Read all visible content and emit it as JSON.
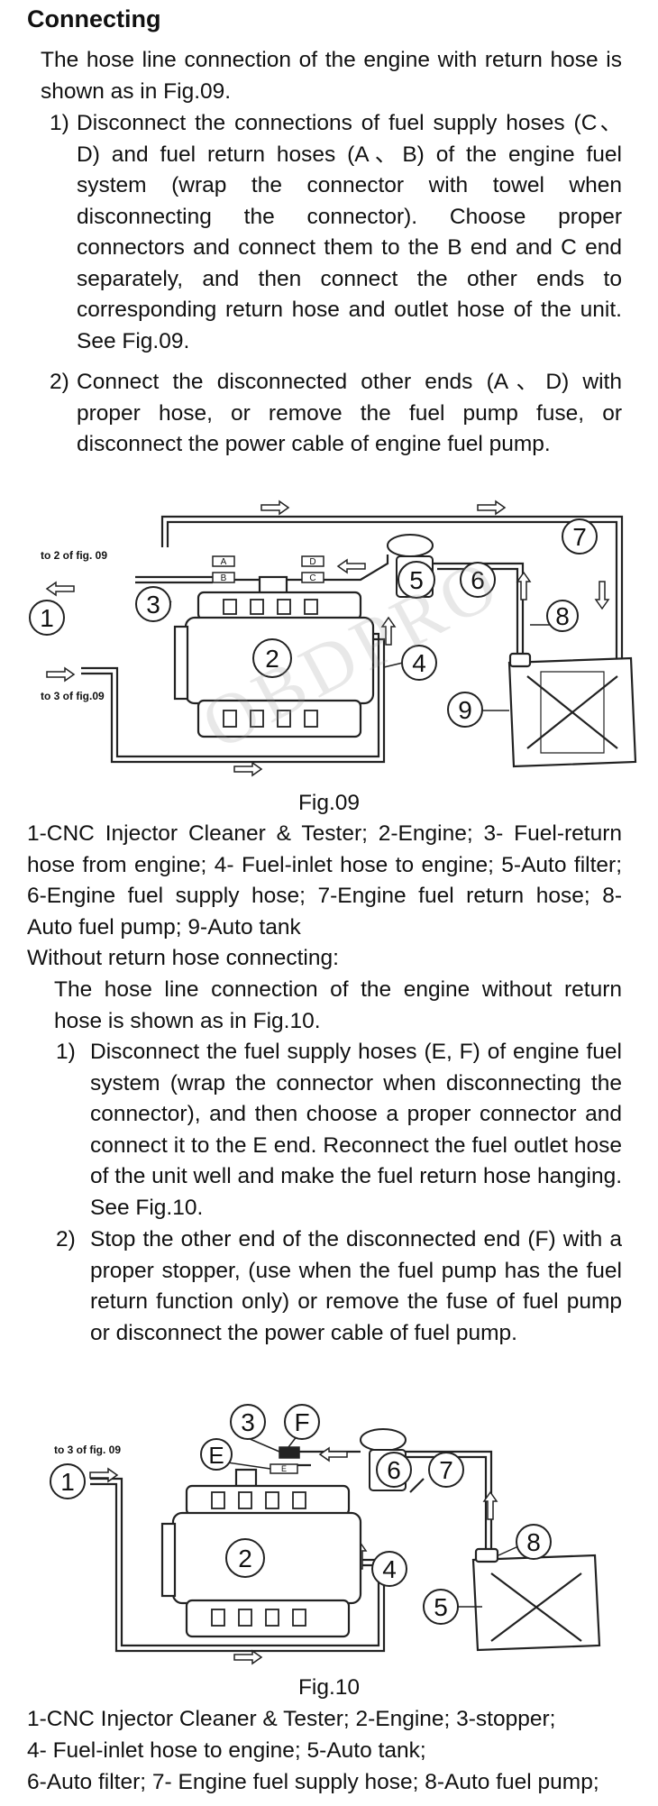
{
  "heading": "Connecting",
  "intro_return": "The hose line connection of the engine with return hose is shown as in Fig.09.",
  "steps_return": [
    {
      "num": "1)",
      "text": "Disconnect the connections of fuel supply hoses (C、D) and fuel return hoses (A、B) of the engine fuel system (wrap the connector with towel when disconnecting the connector). Choose proper connectors and connect them to the B end and C end separately, and then connect the other ends to corresponding return hose and outlet hose of the unit. See Fig.09."
    },
    {
      "num": "2)",
      "text": "Connect the disconnected other ends (A、D) with proper hose, or remove the fuel pump fuse, or disconnect the power cable of engine fuel pump."
    }
  ],
  "fig09": {
    "caption": "Fig.09",
    "label_to2": "to 2 of fig. 09",
    "label_to3": "to 3 of fig.09",
    "connectors": [
      "A",
      "B",
      "C",
      "D"
    ],
    "numbers": [
      "1",
      "2",
      "3",
      "4",
      "5",
      "6",
      "7",
      "8",
      "9"
    ]
  },
  "legend09": "1-CNC Injector Cleaner & Tester; 2-Engine; 3- Fuel-return hose from engine; 4- Fuel-inlet hose to engine; 5-Auto filter; 6-Engine fuel supply hose; 7-Engine fuel return hose; 8- Auto fuel pump; 9-Auto tank",
  "without_title": "Without return hose connecting:",
  "intro_without": "The hose line connection of the engine without return hose is shown as in Fig.10.",
  "steps_without": [
    {
      "num": "1)",
      "text": "Disconnect the fuel supply hoses (E, F) of engine fuel system (wrap the connector when disconnecting the connector), and then choose a proper connector and connect it to the E end. Reconnect the fuel outlet hose of the unit well and make the fuel return hose hanging. See Fig.10."
    },
    {
      "num": "2)",
      "text": "Stop the other end of the disconnected end (F) with a proper stopper, (use when the fuel pump has the fuel return function only) or remove the fuse of fuel pump or disconnect the power cable of fuel pump."
    }
  ],
  "fig10": {
    "caption": "Fig.10",
    "label_to3": "to 3 of fig. 09",
    "connectors": [
      "E",
      "F"
    ],
    "numbers": [
      "1",
      "2",
      "3",
      "4",
      "5",
      "6",
      "7",
      "8"
    ]
  },
  "legend10": [
    "1-CNC Injector Cleaner & Tester; 2-Engine; 3-stopper;",
    "4- Fuel-inlet hose to engine; 5-Auto tank;",
    "6-Auto filter; 7- Engine fuel supply hose; 8-Auto fuel pump;"
  ],
  "watermark": "OBDPRO"
}
